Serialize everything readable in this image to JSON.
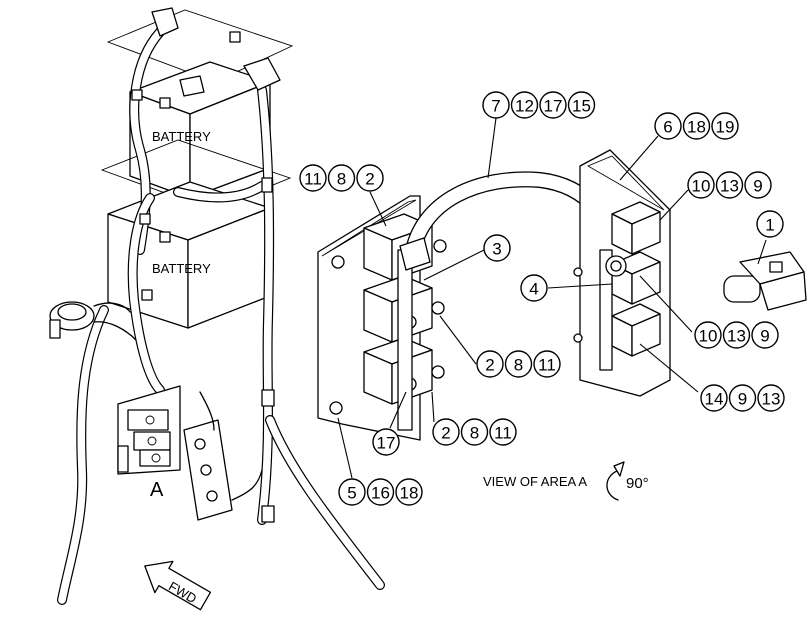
{
  "labels": {
    "battery_top": "BATTERY",
    "battery_bottom": "BATTERY",
    "area": "A",
    "view_of_area": "VIEW OF AREA A",
    "rotation": "90°",
    "fwd": "FWD"
  },
  "callouts": {
    "c1": [
      "11",
      "8",
      "2"
    ],
    "c2": [
      "3"
    ],
    "c3": [
      "2",
      "8",
      "11"
    ],
    "c4": [
      "17"
    ],
    "c5": [
      "2",
      "8",
      "11"
    ],
    "c6": [
      "5",
      "16",
      "18"
    ],
    "c7": [
      "7",
      "12",
      "17",
      "15"
    ],
    "c8": [
      "6",
      "18",
      "19"
    ],
    "c9": [
      "10",
      "13",
      "9"
    ],
    "c10": [
      "1"
    ],
    "c11": [
      "4"
    ],
    "c12": [
      "10",
      "13",
      "9"
    ],
    "c13": [
      "14",
      "9",
      "13"
    ]
  }
}
